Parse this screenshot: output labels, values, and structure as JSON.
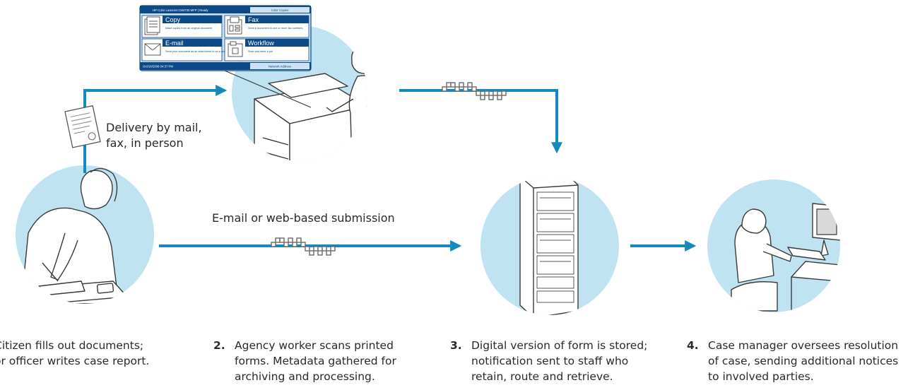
{
  "labels": {
    "mail_delivery": "Delivery by mail,\nfax, in person",
    "email_submission": "E-mail or web-based submission"
  },
  "steps": [
    {
      "num": "",
      "text": "Citizen fills out documents;\nor officer writes case report."
    },
    {
      "num": "2.",
      "text": "Agency worker scans printed\nforms. Metadata gathered for\narchiving and processing."
    },
    {
      "num": "3.",
      "text": "Digital version of form is stored;\nnotification sent to staff who\nretain, route and retrieve."
    },
    {
      "num": "4.",
      "text": "Case manager oversees resolution\nof case, sending additional notices\nto involved parties."
    }
  ],
  "control_panel": {
    "header_left": "HP Color LaserJet CM4730 MFP | Ready",
    "header_right": "Color Copies",
    "tiles": [
      {
        "title": "Copy",
        "desc": "Make copies from an original document"
      },
      {
        "title": "Fax",
        "desc": "Send a document to one or more fax numbers"
      },
      {
        "title": "E-mail",
        "desc": "Send your document as an attachment to an e-mail"
      },
      {
        "title": "Workflow",
        "desc": "Scan and store a job"
      }
    ],
    "footer_left": "Oct/18/2008 04:37 PM",
    "footer_right": "Network Address"
  },
  "colors": {
    "arrow": "#1489bd",
    "circle": "#bfe3f0",
    "panel_blue": "#0b4a86",
    "panel_light": "#cfe2f4"
  }
}
